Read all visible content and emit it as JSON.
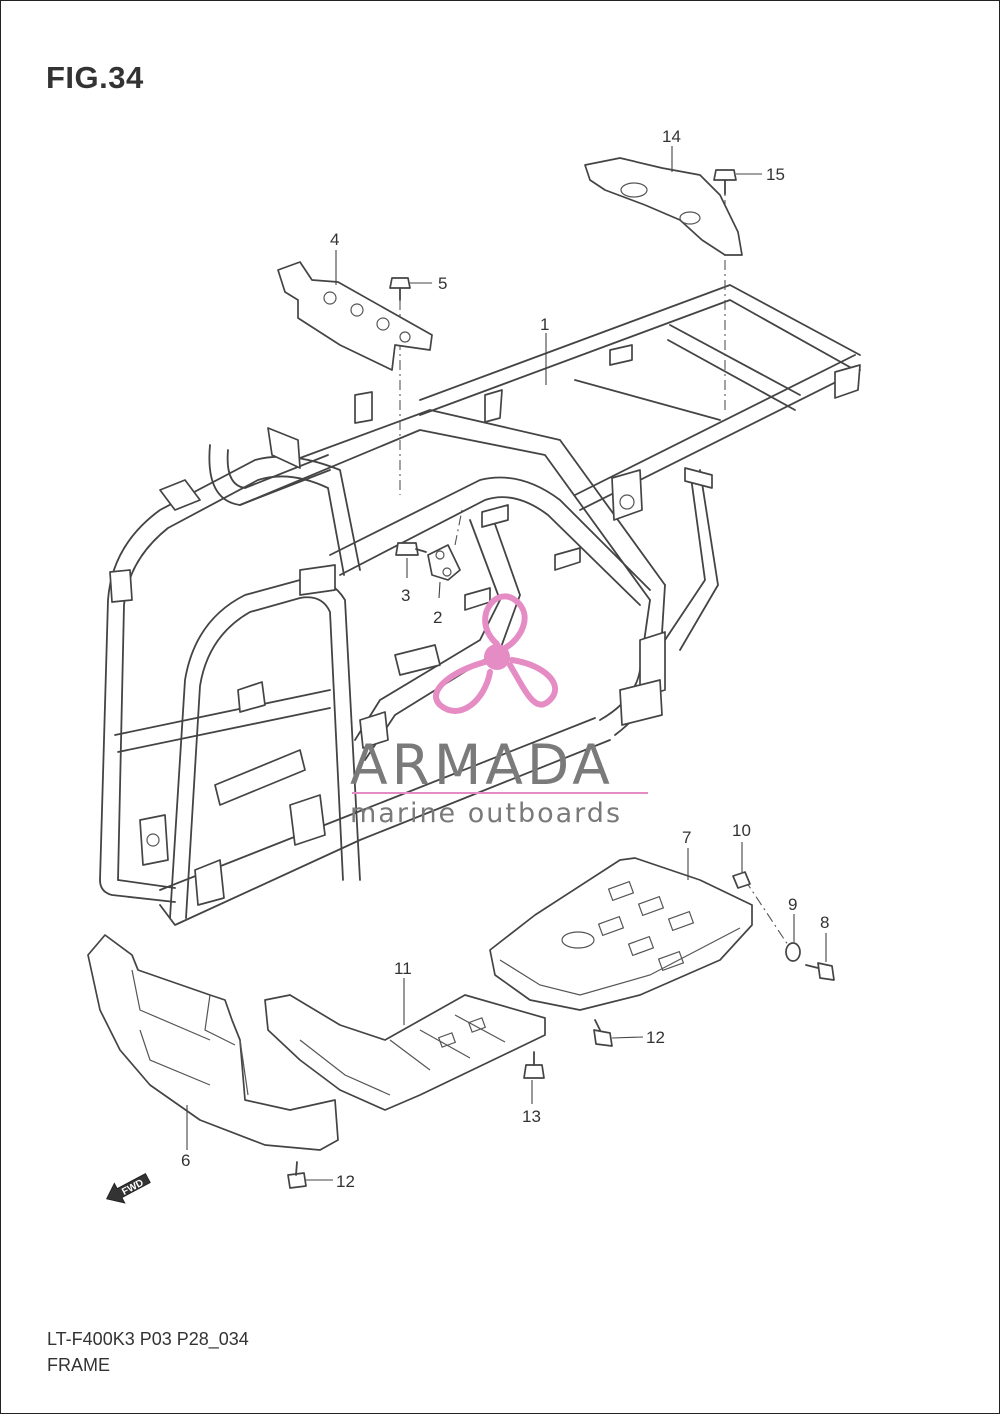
{
  "figure": {
    "title": "FIG.34",
    "code": "LT-F400K3 P03 P28_034",
    "name": "FRAME"
  },
  "callouts": [
    {
      "id": "c1",
      "label": "1"
    },
    {
      "id": "c2",
      "label": "2"
    },
    {
      "id": "c3",
      "label": "3"
    },
    {
      "id": "c4",
      "label": "4"
    },
    {
      "id": "c5",
      "label": "5"
    },
    {
      "id": "c6",
      "label": "6"
    },
    {
      "id": "c7",
      "label": "7"
    },
    {
      "id": "c8",
      "label": "8"
    },
    {
      "id": "c9",
      "label": "9"
    },
    {
      "id": "c10",
      "label": "10"
    },
    {
      "id": "c11",
      "label": "11"
    },
    {
      "id": "c12a",
      "label": "12"
    },
    {
      "id": "c12b",
      "label": "12"
    },
    {
      "id": "c13",
      "label": "13"
    },
    {
      "id": "c14",
      "label": "14"
    },
    {
      "id": "c15",
      "label": "15"
    }
  ],
  "fwd_arrow": {
    "label": "FWD"
  },
  "watermark": {
    "brand": "ARMADA",
    "tagline": "marine outboards",
    "logo_icon": "propeller-icon",
    "color": "#e58cc4"
  }
}
